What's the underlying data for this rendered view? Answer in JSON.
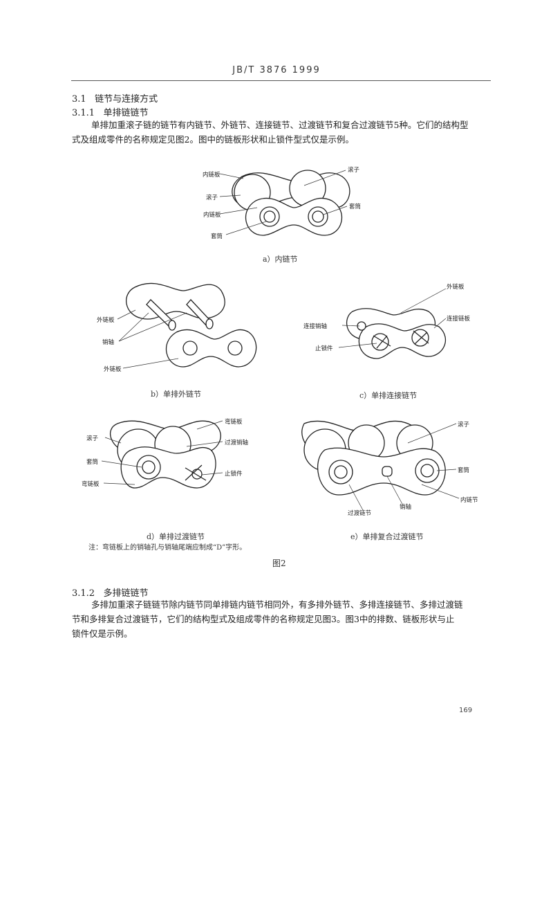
{
  "header": {
    "doc_id": "JB/T 3876  1999"
  },
  "section_3_1": {
    "number": "3.1",
    "title": "链节与连接方式"
  },
  "section_3_1_1": {
    "number": "3.1.1",
    "title": "单排链链节"
  },
  "para1": {
    "line1": "单排加重滚子链的链节有内链节、外链节、连接链节、过渡链节和复合过渡链节5种。它们的结构型",
    "line2": "式及组成零件的名称规定见图2。图中的链板形状和止锁件型式仅是示例。"
  },
  "fig_a": {
    "caption": "a）内链节",
    "labels": {
      "inner_plate": "内链板",
      "roller_left": "滚子",
      "inner_plate2": "内链板",
      "bush_left": "套筒",
      "roller_right": "滚子",
      "bush_right": "套筒"
    }
  },
  "fig_b": {
    "caption": "b）单排外链节",
    "labels": {
      "outer_plate_top": "外链板",
      "pin": "销轴",
      "outer_plate_bottom": "外链板"
    }
  },
  "fig_c": {
    "caption": "c）单排连接链节",
    "labels": {
      "outer_plate": "外链板",
      "connect_pin": "连接销轴",
      "connect_plate": "连接链板",
      "lock": "止锁件"
    }
  },
  "fig_d": {
    "caption": "d）单排过渡链节",
    "labels": {
      "bent_plate_top": "弯链板",
      "roller": "滚子",
      "transition_pin": "过渡销轴",
      "bush": "套筒",
      "lock": "止锁件",
      "bent_plate_bottom": "弯链板"
    }
  },
  "fig_e": {
    "caption": "e）单排复合过渡链节",
    "labels": {
      "roller": "滚子",
      "bush": "套筒",
      "inner_plate": "内链节",
      "transition_link": "过渡链节",
      "pin": "销轴"
    }
  },
  "note": "注：弯链板上的销轴孔与销轴尾端应制成“D”字形。",
  "figure_label": "图2",
  "section_3_1_2": {
    "number": "3.1.2",
    "title": "多排链链节"
  },
  "para2": {
    "line1": "多排加重滚子链链节除内链节同单排链内链节相同外，有多排外链节、多排连接链节、多排过渡链",
    "line2": "节和多排复合过渡链节，它们的结构型式及组成零件的名称规定见图3。图3中的排数、链板形状与止",
    "line3": "锁件仅是示例。"
  },
  "page_number": "169"
}
